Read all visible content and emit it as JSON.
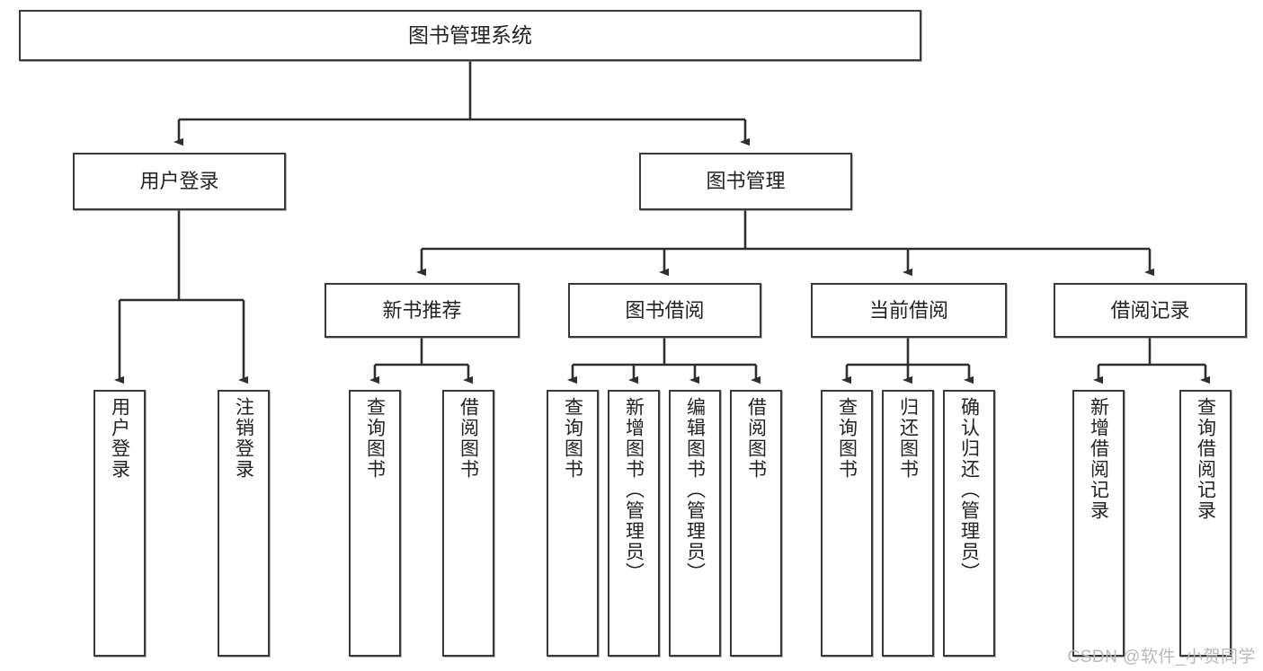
{
  "diagram": {
    "title": "图书管理系统",
    "watermark": "CSDN @软件_小贺同学",
    "colors": {
      "background": "#ffffff",
      "stroke": "#3a3a3a",
      "text": "#232323",
      "watermark": "#b9b9b9"
    },
    "root": {
      "label": "图书管理系统"
    },
    "level2": [
      {
        "label": "用户登录"
      },
      {
        "label": "图书管理"
      }
    ],
    "level3": [
      {
        "label": "新书推荐"
      },
      {
        "label": "图书借阅"
      },
      {
        "label": "当前借阅"
      },
      {
        "label": "借阅记录"
      }
    ],
    "leaves": [
      {
        "label": "用户登录",
        "parent": "用户登录"
      },
      {
        "label": "注销登录",
        "parent": "用户登录"
      },
      {
        "label": "查询图书",
        "parent": "新书推荐"
      },
      {
        "label": "借阅图书",
        "parent": "新书推荐"
      },
      {
        "label": "查询图书",
        "parent": "图书借阅"
      },
      {
        "label": "新增图书（管理员）",
        "parent": "图书借阅"
      },
      {
        "label": "编辑图书（管理员）",
        "parent": "图书借阅"
      },
      {
        "label": "借阅图书",
        "parent": "图书借阅"
      },
      {
        "label": "查询图书",
        "parent": "当前借阅"
      },
      {
        "label": "归还图书",
        "parent": "当前借阅"
      },
      {
        "label": "确认归还（管理员）",
        "parent": "当前借阅"
      },
      {
        "label": "新增借阅记录",
        "parent": "借阅记录"
      },
      {
        "label": "查询借阅记录",
        "parent": "借阅记录"
      }
    ]
  }
}
